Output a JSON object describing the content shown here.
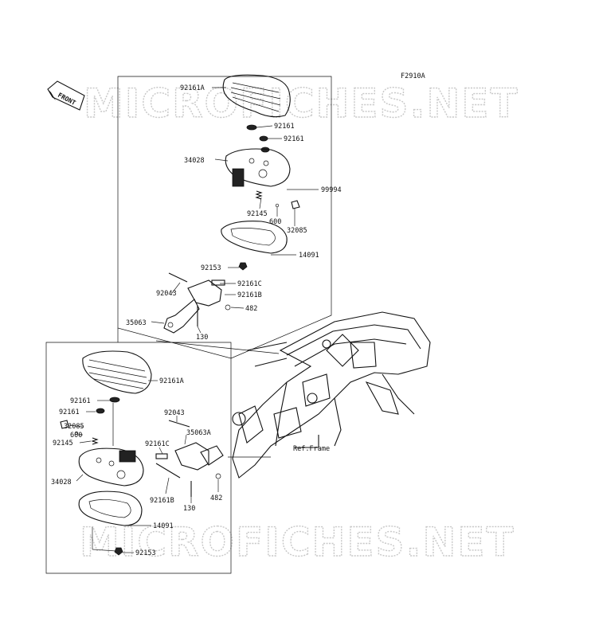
{
  "diagram_code": "F2910A",
  "watermark": "MICROFICHES.NET",
  "front_tag": "FRONT",
  "upper_group": {
    "assembly": "99994",
    "labels": {
      "p92161a": "92161A",
      "p92161_top": "92161",
      "p92161_mid": "92161",
      "p34028": "34028",
      "p92145": "92145",
      "p600": "600",
      "p32085": "32085",
      "p14091": "14091",
      "p92153": "92153",
      "p92043": "92043",
      "p92161c": "92161C",
      "p92161b": "92161B",
      "p482": "482",
      "p35063": "35063",
      "p130": "130"
    }
  },
  "lower_group": {
    "labels": {
      "p92161a": "92161A",
      "p92161_1": "92161",
      "p92161_2": "92161",
      "p32085": "32085",
      "p600": "600",
      "p92145": "92145",
      "p92043": "92043",
      "p35063a": "35063A",
      "p92161c": "92161C",
      "p34028": "34028",
      "p92161b": "92161B",
      "p130": "130",
      "p482": "482",
      "p14091": "14091",
      "p92153": "92153"
    }
  },
  "ref_frame": "Ref.Frame"
}
